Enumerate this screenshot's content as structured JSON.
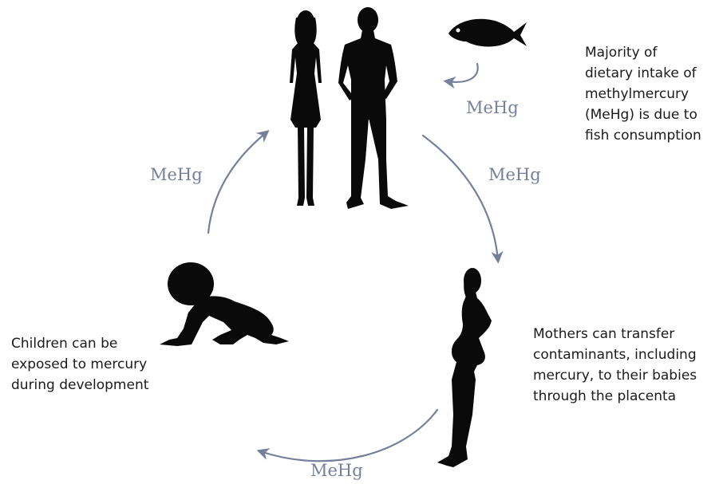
{
  "labels": {
    "mehg": "MeHg"
  },
  "captions": {
    "fish": [
      "Majority of",
      "dietary intake of",
      "methylmercury",
      "(MeHg) is due to",
      "fish consumption"
    ],
    "mothers": [
      "Mothers can transfer",
      "contaminants, including",
      "mercury, to their babies",
      "through the placenta"
    ],
    "children": [
      "Children can be",
      "exposed to mercury",
      "during development"
    ]
  },
  "colors": {
    "arrow": "#76809a",
    "silhouette": "#0a0a0a",
    "text": "#1a1a1a"
  },
  "icons": [
    "fish-icon",
    "woman-silhouette-icon",
    "man-silhouette-icon",
    "pregnant-woman-silhouette-icon",
    "crawling-baby-silhouette-icon"
  ]
}
